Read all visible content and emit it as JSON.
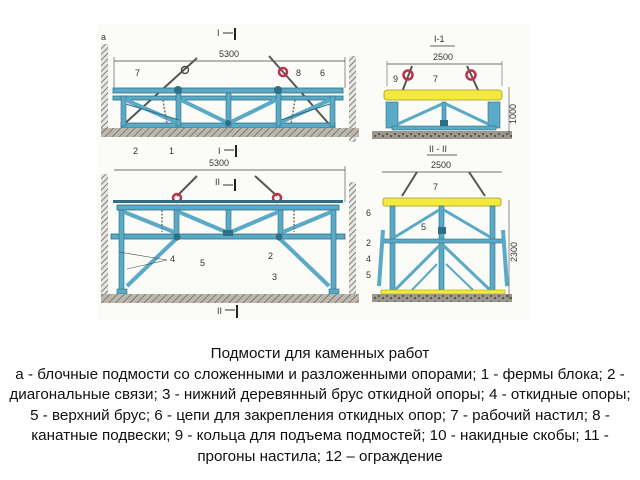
{
  "figure": {
    "view_a": {
      "letter": "a",
      "dimension": "5300",
      "section_mark_top": "I",
      "section_mark_bottom": "I",
      "callouts": [
        "7",
        "8",
        "6",
        "2",
        "1"
      ]
    },
    "view_a2": {
      "dimension": "5300",
      "section_mark_top": "II",
      "section_mark_bottom": "II",
      "callouts": [
        "4",
        "5",
        "2",
        "3"
      ]
    },
    "section_1_1": {
      "title": "I-1",
      "dimension_width": "2500",
      "dimension_height": "1000",
      "callouts": [
        "9",
        "7"
      ]
    },
    "section_2_2": {
      "title": "II - II",
      "dimension_width": "2500",
      "dimension_height": "2300",
      "callouts": [
        "7",
        "6",
        "5",
        "2",
        "4",
        "5"
      ]
    },
    "colors": {
      "truss": "#5aa9c6",
      "truss_dark": "#2e6f86",
      "deck": "#f2ea3c",
      "ring": "#c0304a",
      "floor": "#8a857c",
      "wall": "#555555"
    }
  },
  "caption": {
    "title": "Подмости для каменных работ",
    "body": "а - блочные подмости со сложенными и разложенными опорами; 1 - фермы блока; 2 - диагональные связи; 3 - нижний деревянный брус откидной опоры; 4 - откидные опоры; 5 - верхний брус; 6 - цепи для закрепления откидных опор; 7 - рабочий настил; 8 - канатные подвески; 9 - кольца для подъема подмостей; 10 - накидные скобы; 11 - прогоны настила; 12 – ограждение"
  }
}
